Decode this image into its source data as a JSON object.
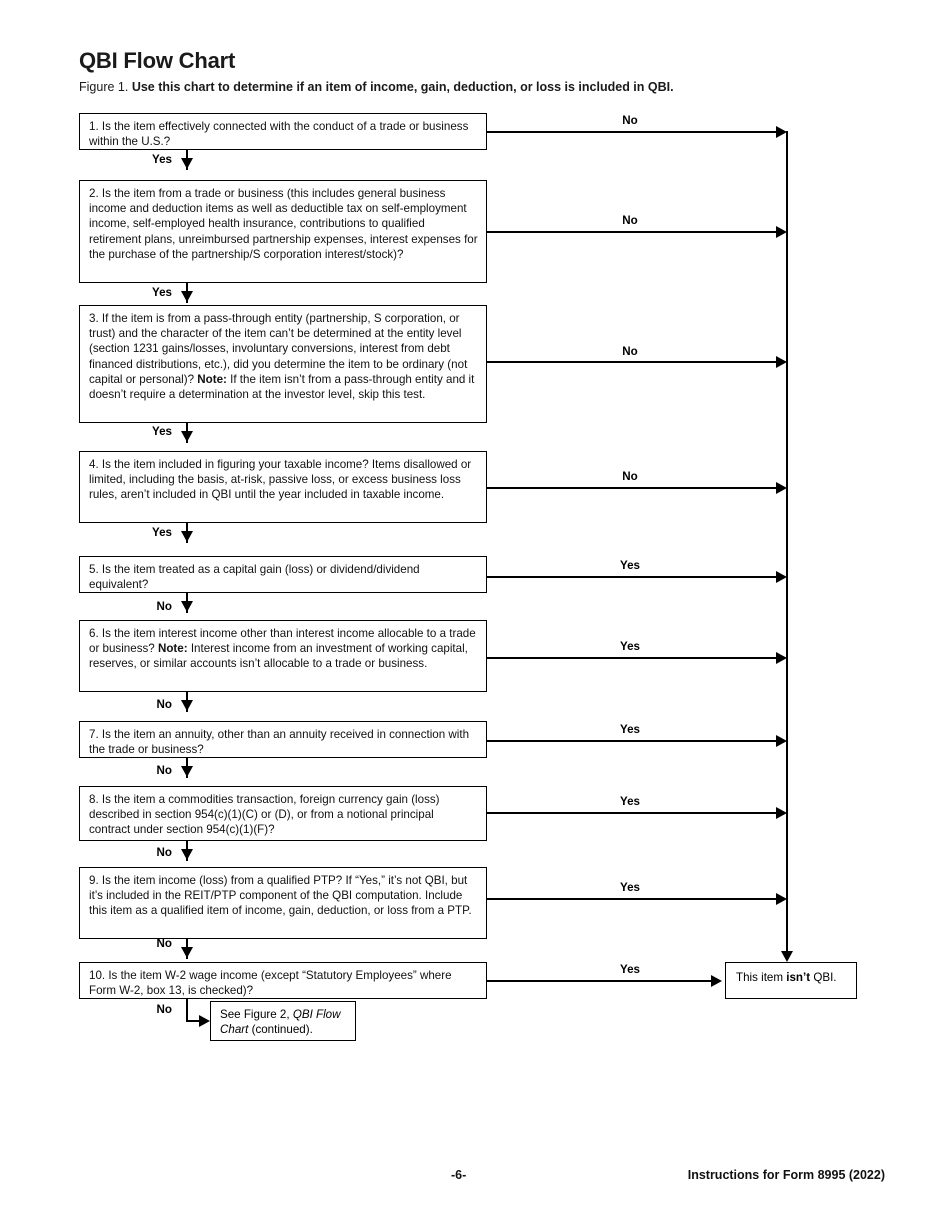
{
  "document": {
    "title": "QBI Flow Chart",
    "figure_label": "Figure 1.",
    "figure_caption": "Use this chart to determine if an item of income, gain, deduction, or loss is included in QBI.",
    "page_number": "-6-",
    "footer_right": "Instructions for Form 8995 (2022)"
  },
  "chart_data": {
    "type": "diagram",
    "title": "QBI Flow Chart",
    "subtitle": "Figure 1. Use this chart to determine if an item of income, gain, deduction, or loss is included in QBI.",
    "nodes": [
      {
        "id": "q1",
        "number": "1.",
        "text": "1. Is the item effectively connected with the conduct of a trade or business within the U.S.?",
        "down_branch": "Yes",
        "side_branch": "No"
      },
      {
        "id": "q2",
        "number": "2.",
        "text": "2. Is the item from a trade or business (this includes general business income and deduction items as well as deductible tax on self-employment income, self-employed health insurance, contributions to qualified retirement plans, unreimbursed partnership expenses, interest expenses for the purchase of the partnership/S corporation interest/stock)?",
        "down_branch": "Yes",
        "side_branch": "No"
      },
      {
        "id": "q3",
        "number": "3.",
        "text_pre_note": "3. If the item is from a pass-through entity (partnership, S corporation, or trust) and the character of the item can’t be determined at the entity level (section 1231 gains/losses, involuntary conversions, interest from debt financed distributions, etc.), did you determine the item to be ordinary (not capital or personal)? ",
        "note_label": "Note:",
        "text_post_note": " If the item isn’t from a pass-through entity and it doesn’t require a determination at the investor level, skip this test.",
        "down_branch": "Yes",
        "side_branch": "No"
      },
      {
        "id": "q4",
        "number": "4.",
        "text": "4. Is the item included in figuring your taxable income? Items disallowed or limited, including the basis, at-risk, passive loss, or excess business loss rules, aren’t included in QBI until the year included in taxable income.",
        "down_branch": "Yes",
        "side_branch": "No"
      },
      {
        "id": "q5",
        "number": "5.",
        "text": "5. Is the item treated as a capital gain (loss) or dividend/dividend equivalent?",
        "down_branch": "No",
        "side_branch": "Yes"
      },
      {
        "id": "q6",
        "number": "6.",
        "text_pre_note": "6. Is the item interest income other than interest income allocable to a trade or business? ",
        "note_label": "Note:",
        "text_post_note": " Interest income from an investment of working capital, reserves, or similar accounts isn’t allocable to a trade or business.",
        "down_branch": "No",
        "side_branch": "Yes"
      },
      {
        "id": "q7",
        "number": "7.",
        "text": "7. Is the item an annuity, other than an annuity received in connection with the trade or business?",
        "down_branch": "No",
        "side_branch": "Yes"
      },
      {
        "id": "q8",
        "number": "8.",
        "text": "8. Is the item a commodities transaction, foreign currency gain (loss) described in section 954(c)(1)(C) or (D), or from a notional principal contract under section 954(c)(1)(F)?",
        "down_branch": "No",
        "side_branch": "Yes"
      },
      {
        "id": "q9",
        "number": "9.",
        "text": "9. Is the item income (loss) from a qualified PTP? If “Yes,” it’s not QBI, but it’s included in the REIT/PTP component of the QBI computation. Include this item as a qualified item of income, gain, deduction, or loss from a PTP.",
        "down_branch": "No",
        "side_branch": "Yes"
      },
      {
        "id": "q10",
        "number": "10.",
        "text": "10. Is the item W-2 wage income (except “Statutory Employees” where Form W-2, box 13, is checked)?",
        "down_branch": "No",
        "side_branch": "Yes"
      }
    ],
    "terminals": [
      {
        "id": "isnt-qbi",
        "text_pre": "This item ",
        "text_bold": "isn’t",
        "text_post": " QBI."
      },
      {
        "id": "see-figure-2",
        "text_pre": "See Figure 2, ",
        "text_italic": "QBI Flow Chart",
        "text_post": " (continued)."
      }
    ],
    "branch_labels": {
      "yes": "Yes",
      "no": "No"
    }
  }
}
